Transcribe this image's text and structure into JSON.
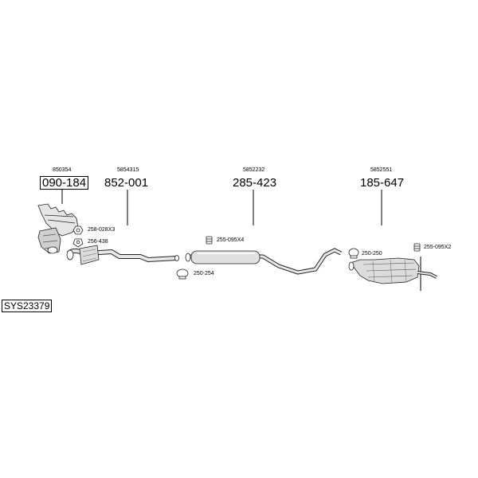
{
  "system_code": "SYS23379",
  "parts": [
    {
      "ref": "850354",
      "part_no": "090-184",
      "name": "exhaust-manifold-catalyst",
      "boxed": true
    },
    {
      "ref": "5854315",
      "part_no": "852-001",
      "name": "front-pipe"
    },
    {
      "ref": "5852232",
      "part_no": "285-423",
      "name": "middle-silencer"
    },
    {
      "ref": "5852551",
      "part_no": "185-647",
      "name": "rear-silencer"
    }
  ],
  "accessories": [
    {
      "code": "258-028X3",
      "icon": "nut-icon"
    },
    {
      "code": "256-438",
      "icon": "gasket-icon"
    },
    {
      "code": "255-095X4",
      "icon": "rubber-mount-icon"
    },
    {
      "code": "250-254",
      "icon": "clamp-icon"
    },
    {
      "code": "250-250",
      "icon": "clamp-icon"
    },
    {
      "code": "255-095X2",
      "icon": "rubber-mount-icon"
    }
  ]
}
